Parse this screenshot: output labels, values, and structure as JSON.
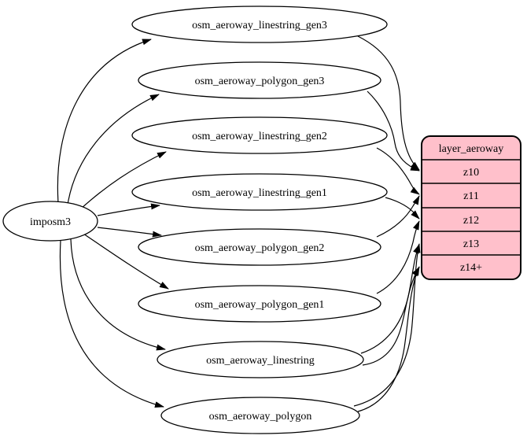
{
  "diagram": {
    "type": "etl-mapping-graph",
    "background_color": "#ffffff",
    "edge_color": "#000000",
    "source": {
      "id": "imposm3",
      "label": "imposm3"
    },
    "tables": [
      {
        "id": "osm_aeroway_linestring_gen3",
        "label": "osm_aeroway_linestring_gen3"
      },
      {
        "id": "osm_aeroway_polygon_gen3",
        "label": "osm_aeroway_polygon_gen3"
      },
      {
        "id": "osm_aeroway_linestring_gen2",
        "label": "osm_aeroway_linestring_gen2"
      },
      {
        "id": "osm_aeroway_linestring_gen1",
        "label": "osm_aeroway_linestring_gen1"
      },
      {
        "id": "osm_aeroway_polygon_gen2",
        "label": "osm_aeroway_polygon_gen2"
      },
      {
        "id": "osm_aeroway_polygon_gen1",
        "label": "osm_aeroway_polygon_gen1"
      },
      {
        "id": "osm_aeroway_linestring",
        "label": "osm_aeroway_linestring"
      },
      {
        "id": "osm_aeroway_polygon",
        "label": "osm_aeroway_polygon"
      }
    ],
    "layer": {
      "title": "layer_aeroway",
      "rows": [
        "z10",
        "z11",
        "z12",
        "z13",
        "z14+"
      ],
      "fill": "#ffc0cb",
      "stroke": "#000000"
    },
    "edges": [
      {
        "from": "imposm3",
        "to": "osm_aeroway_linestring_gen3"
      },
      {
        "from": "imposm3",
        "to": "osm_aeroway_polygon_gen3"
      },
      {
        "from": "imposm3",
        "to": "osm_aeroway_linestring_gen2"
      },
      {
        "from": "imposm3",
        "to": "osm_aeroway_linestring_gen1"
      },
      {
        "from": "imposm3",
        "to": "osm_aeroway_polygon_gen2"
      },
      {
        "from": "imposm3",
        "to": "osm_aeroway_polygon_gen1"
      },
      {
        "from": "imposm3",
        "to": "osm_aeroway_linestring"
      },
      {
        "from": "imposm3",
        "to": "osm_aeroway_polygon"
      },
      {
        "from": "osm_aeroway_linestring_gen3",
        "to": "layer_aeroway",
        "port": "z10"
      },
      {
        "from": "osm_aeroway_polygon_gen3",
        "to": "layer_aeroway",
        "port": "z10"
      },
      {
        "from": "osm_aeroway_linestring_gen2",
        "to": "layer_aeroway",
        "port": "z11"
      },
      {
        "from": "osm_aeroway_polygon_gen2",
        "to": "layer_aeroway",
        "port": "z11"
      },
      {
        "from": "osm_aeroway_linestring_gen1",
        "to": "layer_aeroway",
        "port": "z12"
      },
      {
        "from": "osm_aeroway_polygon_gen1",
        "to": "layer_aeroway",
        "port": "z12"
      },
      {
        "from": "osm_aeroway_linestring",
        "to": "layer_aeroway",
        "port": "z13"
      },
      {
        "from": "osm_aeroway_polygon",
        "to": "layer_aeroway",
        "port": "z13"
      },
      {
        "from": "osm_aeroway_linestring",
        "to": "layer_aeroway",
        "port": "z14+"
      },
      {
        "from": "osm_aeroway_polygon",
        "to": "layer_aeroway",
        "port": "z14+"
      }
    ]
  }
}
